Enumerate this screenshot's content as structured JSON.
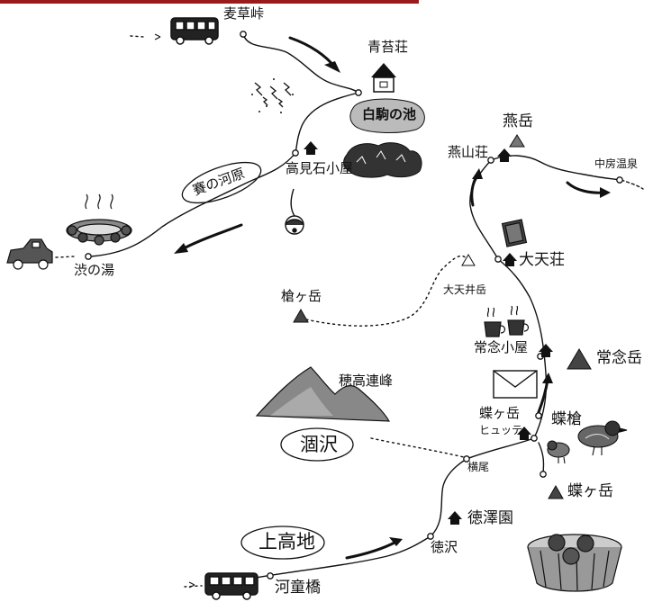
{
  "colors": {
    "ink": "#111111",
    "top_bar": "#9a1b1b",
    "paper": "#ffffff"
  },
  "labels": {
    "mugikusa_toge": "麦草峠",
    "seitaiso": "青苔荘",
    "shirakoma_ike": "白駒の池",
    "takami_ishi_goya": "高見石小屋",
    "sai_no_kawara": "賽の河原",
    "shibu_no_yu": "渋の湯",
    "tsubakuro_dake": "燕岳",
    "enzanso": "燕山荘",
    "nakabusa_onsen": "中房温泉",
    "daitenso": "大天荘",
    "daitenjo_dake": "大天井岳",
    "yari_ga_take": "槍ヶ岳",
    "jonen_goya": "常念小屋",
    "jonen_dake": "常念岳",
    "hotaka_renpo": "穂高連峰",
    "choga_take_hutte": "蝶ヶ岳ヒュッテ",
    "chogatake_hutte_line1": "蝶ヶ岳",
    "chogatake_hutte_line2": "ヒュッテ",
    "cho_yari": "蝶槍",
    "karasawa": "涸沢",
    "yokoo": "横尾",
    "choga_take": "蝶ヶ岳",
    "tokusawaen": "徳澤園",
    "tokusawa": "徳沢",
    "kamikochi": "上高地",
    "kappa_bashi": "河童橋"
  }
}
